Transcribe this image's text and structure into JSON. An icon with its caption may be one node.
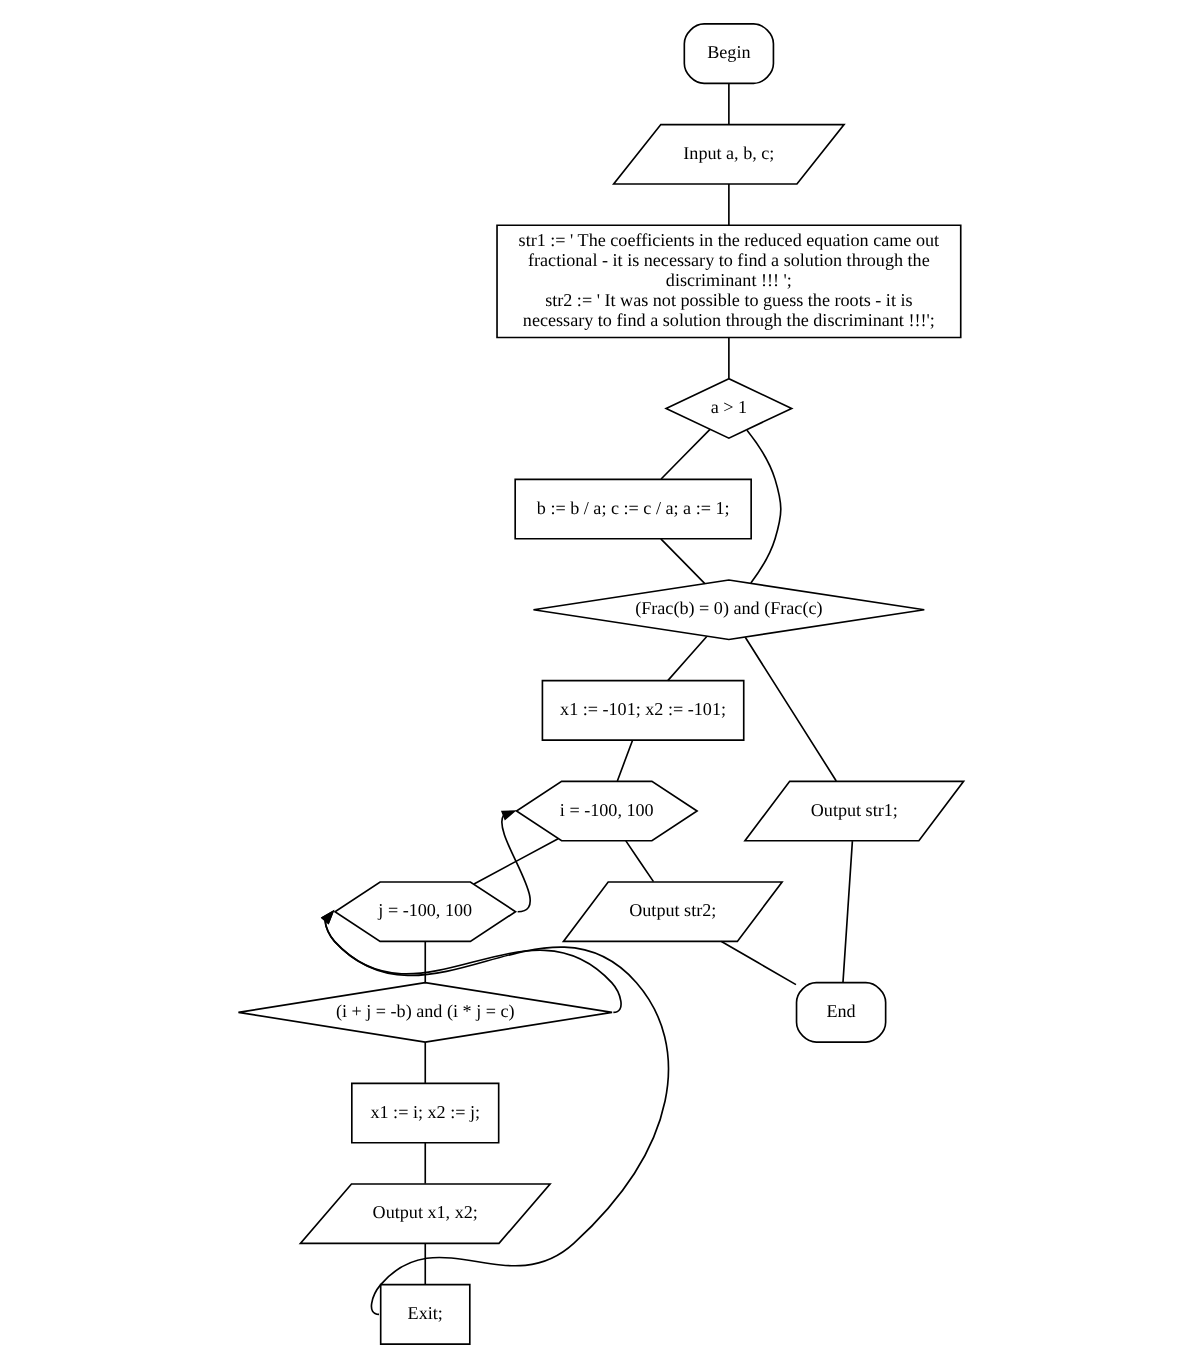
{
  "diagram": {
    "nodes": [
      {
        "text": [
          "Begin"
        ]
      },
      {
        "text": [
          "Input a, b, c;"
        ]
      },
      {
        "text": [
          "str1 := ' The coefficients in the reduced equation came out fractional - it is necessary to find a solution through the discriminant !!! ';",
          "str2 := ' It was not possible to guess the roots - it is necessary to find a solution through the discriminant !!!';"
        ]
      },
      {
        "text": [
          "a > 1"
        ]
      },
      {
        "text": [
          "b := b / a; c := c / a; a := 1;"
        ]
      },
      {
        "text": [
          "(Frac(b) = 0) and (Frac(c)"
        ]
      },
      {
        "text": [
          "x1 := -101; x2 := -101;"
        ]
      },
      {
        "text": [
          "Output str1;"
        ]
      },
      {
        "text": [
          "i = -100, 100"
        ]
      },
      {
        "text": [
          "j = -100, 100"
        ]
      },
      {
        "text": [
          "(i + j = -b) and (i * j = c)"
        ]
      },
      {
        "text": [
          "x1 := i; x2 := j;"
        ]
      },
      {
        "text": [
          "Output x1, x2;"
        ]
      },
      {
        "text": [
          "Exit;"
        ]
      },
      {
        "text": [
          "Output str2;"
        ]
      },
      {
        "text": [
          "End"
        ]
      }
    ],
    "edges": [
      {
        "from": 0,
        "to": 1,
        "arrow": "none"
      },
      {
        "from": 1,
        "to": 2,
        "arrow": "none"
      },
      {
        "from": 2,
        "to": 3,
        "arrow": "none"
      },
      {
        "from": 3,
        "to": 4,
        "arrow": "none"
      },
      {
        "from": 4,
        "to": 5,
        "arrow": "none"
      },
      {
        "from": 3,
        "to": 5,
        "arrow": "none"
      },
      {
        "from": 5,
        "to": 6,
        "arrow": "none"
      },
      {
        "from": 5,
        "to": 7,
        "arrow": "none"
      },
      {
        "from": 6,
        "to": 8,
        "arrow": "none"
      },
      {
        "from": 8,
        "to": 9,
        "arrow": "none"
      },
      {
        "from": 9,
        "to": 10,
        "arrow": "none"
      },
      {
        "from": 10,
        "to": 11,
        "arrow": "none"
      },
      {
        "from": 11,
        "to": 12,
        "arrow": "none"
      },
      {
        "from": 12,
        "to": 13,
        "arrow": "none"
      },
      {
        "from": 13,
        "to": 9,
        "arrow": "to"
      },
      {
        "from": 10,
        "to": 9,
        "arrow": "to"
      },
      {
        "from": 9,
        "to": 8,
        "arrow": "to"
      },
      {
        "from": 8,
        "to": 14,
        "arrow": "none"
      },
      {
        "from": 14,
        "to": 15,
        "arrow": "none"
      },
      {
        "from": 7,
        "to": 15,
        "arrow": "none"
      }
    ]
  }
}
